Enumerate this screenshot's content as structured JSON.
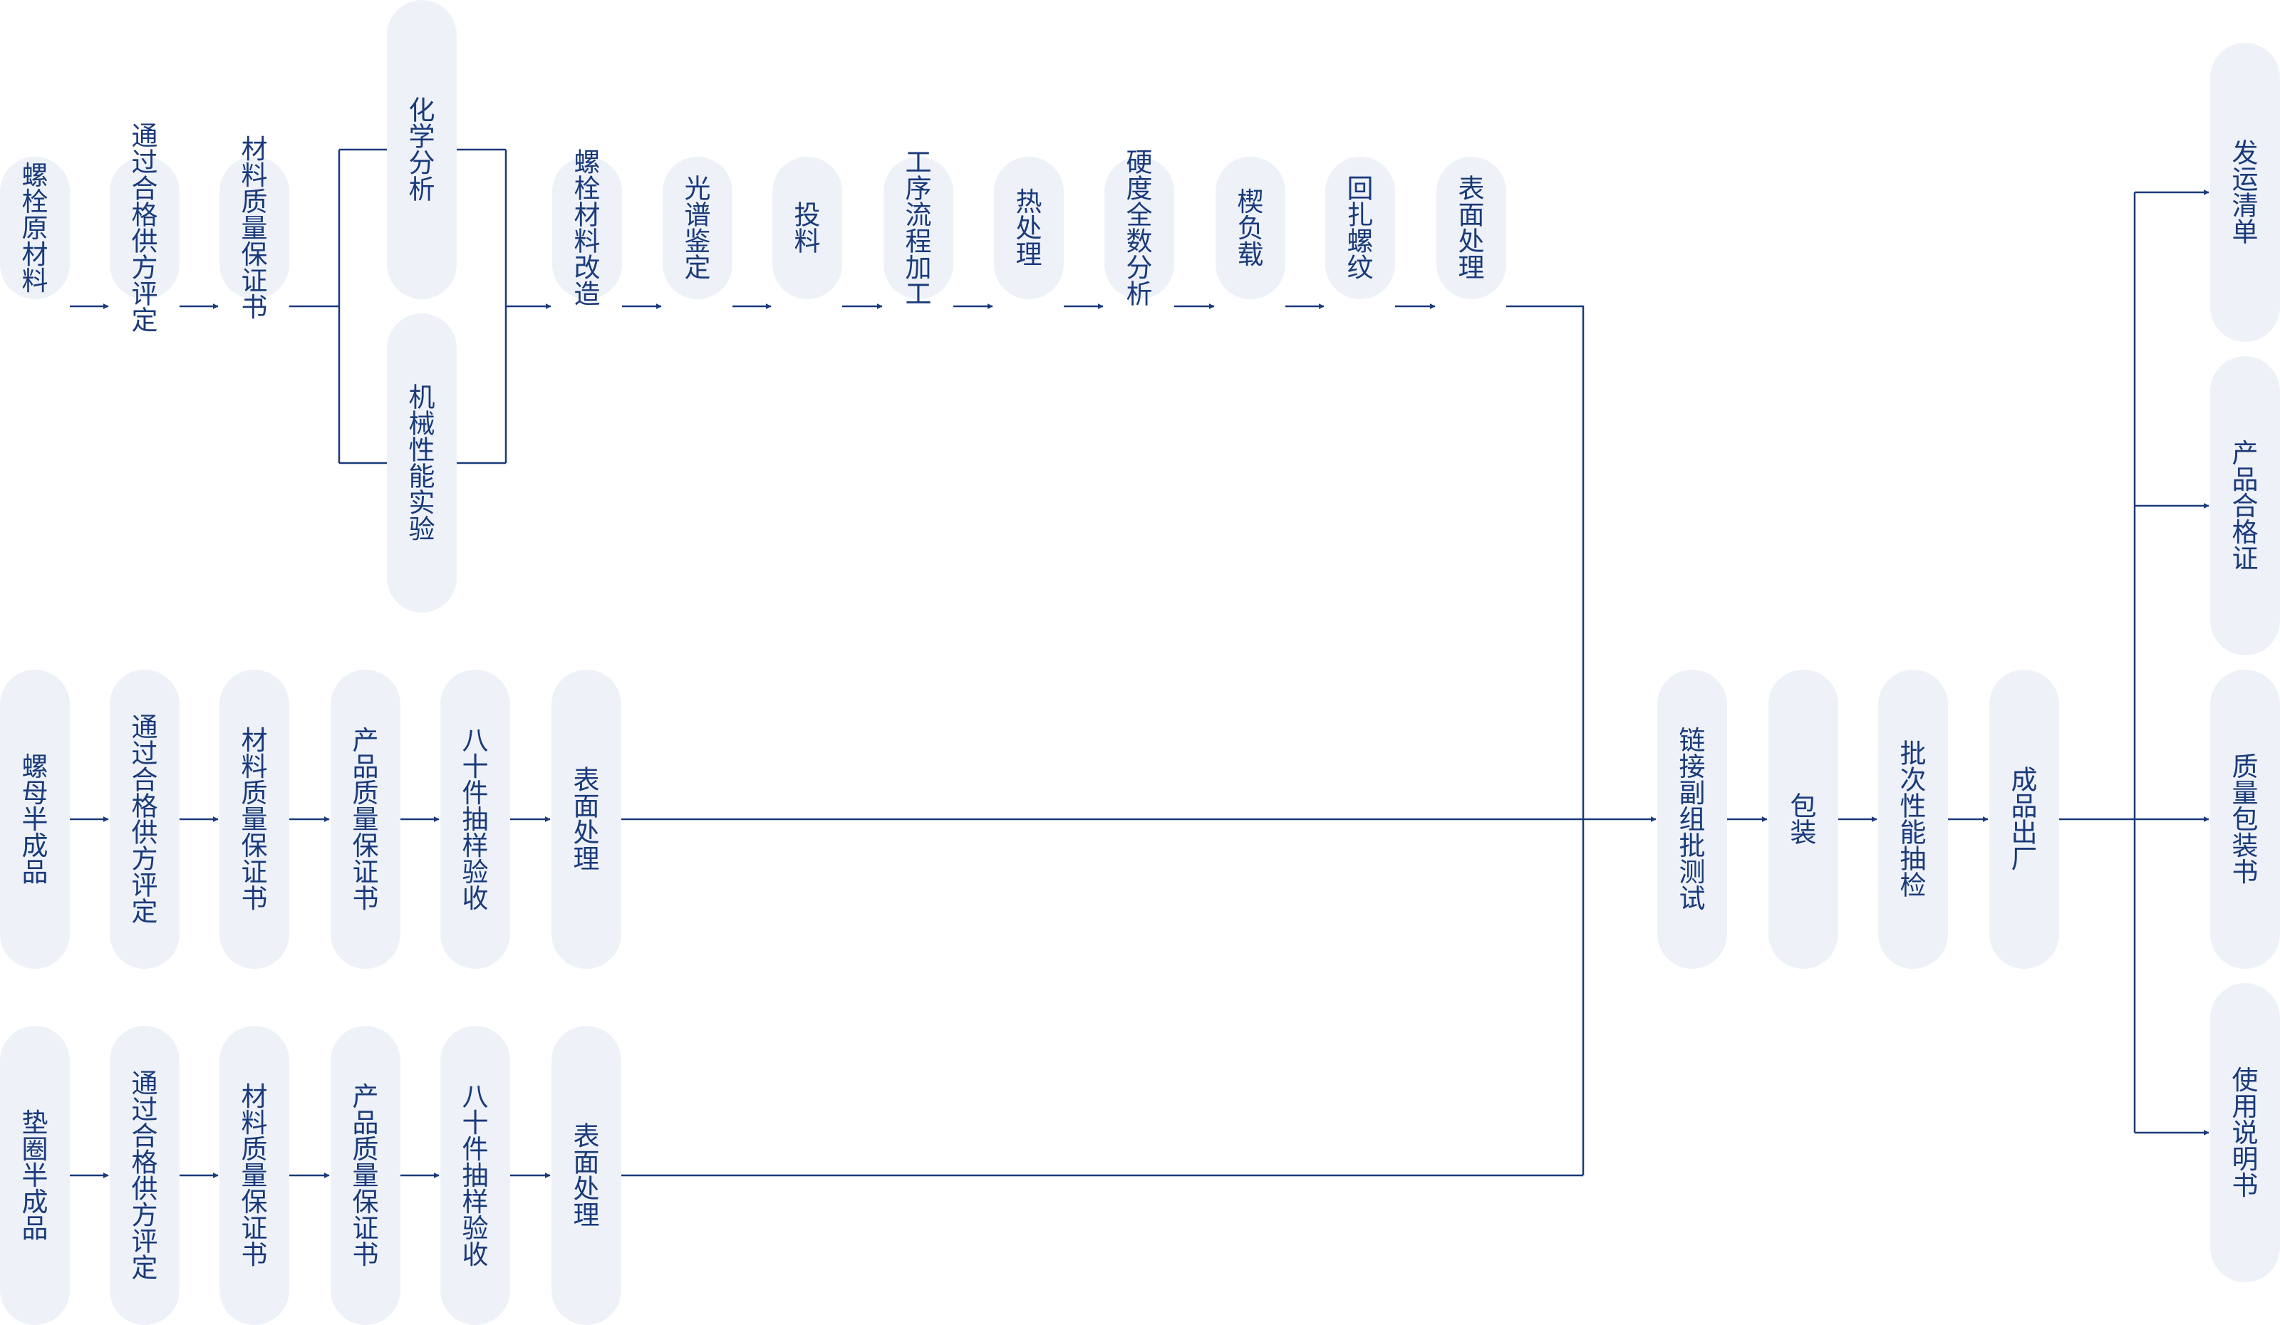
{
  "colors": {
    "node_fill": "#eef2f8",
    "line": "#1a3a7a",
    "text": "#1a3a7a"
  },
  "nodes": [
    {
      "id": "bolt_raw",
      "label": "螺栓原材料"
    },
    {
      "id": "bolt_supplier",
      "label": "通过合格供方评定"
    },
    {
      "id": "bolt_cert",
      "label": "材料质量保证书"
    },
    {
      "id": "chem",
      "label": "化学分析"
    },
    {
      "id": "mech",
      "label": "机械性能实验"
    },
    {
      "id": "bolt_modify",
      "label": "螺栓材料改造"
    },
    {
      "id": "spectral",
      "label": "光谱鉴定"
    },
    {
      "id": "feeding",
      "label": "投料"
    },
    {
      "id": "process",
      "label": "工序流程加工"
    },
    {
      "id": "heat",
      "label": "热处理"
    },
    {
      "id": "hardness",
      "label": "硬度全数分析"
    },
    {
      "id": "wedge",
      "label": "楔负载"
    },
    {
      "id": "rethread",
      "label": "回扎螺纹"
    },
    {
      "id": "bolt_surface",
      "label": "表面处理"
    },
    {
      "id": "nut_semi",
      "label": "螺母半成品"
    },
    {
      "id": "nut_supplier",
      "label": "通过合格供方评定"
    },
    {
      "id": "nut_cert",
      "label": "材料质量保证书"
    },
    {
      "id": "nut_prod_cert",
      "label": "产品质量保证书"
    },
    {
      "id": "nut_sample",
      "label": "八十件抽样验收"
    },
    {
      "id": "nut_surface",
      "label": "表面处理"
    },
    {
      "id": "washer_semi",
      "label": "垫圈半成品"
    },
    {
      "id": "washer_supplier",
      "label": "通过合格供方评定"
    },
    {
      "id": "washer_cert",
      "label": "材料质量保证书"
    },
    {
      "id": "washer_prod_cert",
      "label": "产品质量保证书"
    },
    {
      "id": "washer_sample",
      "label": "八十件抽样验收"
    },
    {
      "id": "washer_surface",
      "label": "表面处理"
    },
    {
      "id": "assembly_test",
      "label": "链接副组批测试"
    },
    {
      "id": "packing",
      "label": "包装"
    },
    {
      "id": "batch_check",
      "label": "批次性能抽检"
    },
    {
      "id": "shipping",
      "label": "成品出厂"
    },
    {
      "id": "ship_list",
      "label": "发运清单"
    },
    {
      "id": "certificate",
      "label": "产品合格证"
    },
    {
      "id": "pack_quality",
      "label": "质量包装书"
    },
    {
      "id": "manual",
      "label": "使用说明书"
    }
  ]
}
